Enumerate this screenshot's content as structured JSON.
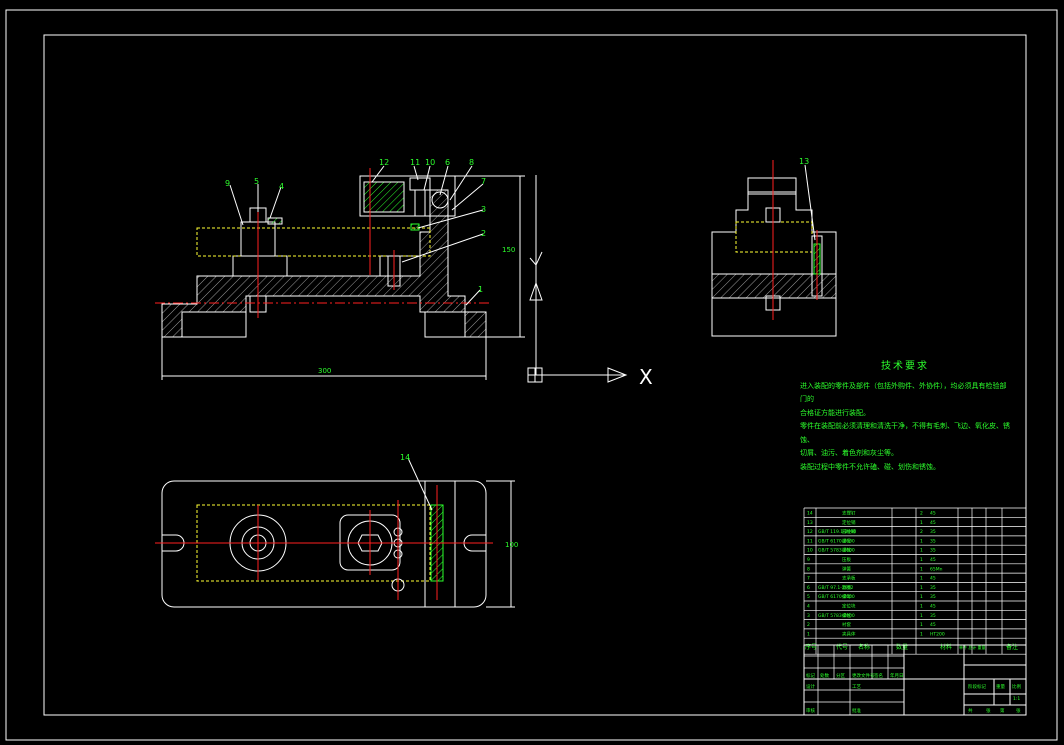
{
  "drawing": {
    "axis_label": "X",
    "dimensions": {
      "overall_length": "300",
      "height": "150",
      "width": "100"
    },
    "balloons": {
      "front": [
        "9",
        "5",
        "4",
        "12",
        "11",
        "10",
        "6",
        "8",
        "7",
        "3",
        "2",
        "1"
      ],
      "side": [
        "13"
      ],
      "top": [
        "14"
      ]
    }
  },
  "technical_requirements": {
    "title": "技术要求",
    "lines": [
      "进入装配的零件及部件（包括外购件、外协件），均必须具有检验部门的",
      "合格证方能进行装配。",
      "零件在装配前必须清理和清洗干净，不得有毛刺、飞边、氧化皮、锈蚀、",
      "切屑、油污、着色剂和灰尘等。",
      "装配过程中零件不允许磕、碰、划伤和锈蚀。"
    ]
  },
  "bom": {
    "header": {
      "no": "序号",
      "code": "代号",
      "name": "名称",
      "qty": "数量",
      "material": "材料",
      "weight": "单件 总计 重量",
      "remark": "备注"
    },
    "rows": [
      {
        "no": "14",
        "code": "",
        "name": "支撑钉",
        "qty": "2",
        "material": "45",
        "remark": ""
      },
      {
        "no": "13",
        "code": "",
        "name": "定位销",
        "qty": "1",
        "material": "45",
        "remark": ""
      },
      {
        "no": "12",
        "code": "GB/T 119.1-2000",
        "name": "圆柱销",
        "qty": "2",
        "material": "35",
        "remark": ""
      },
      {
        "no": "11",
        "code": "GB/T 6170-2000",
        "name": "螺母",
        "qty": "1",
        "material": "35",
        "remark": ""
      },
      {
        "no": "10",
        "code": "GB/T 5783-2000",
        "name": "螺栓",
        "qty": "1",
        "material": "35",
        "remark": ""
      },
      {
        "no": "9",
        "code": "",
        "name": "压板",
        "qty": "1",
        "material": "45",
        "remark": ""
      },
      {
        "no": "8",
        "code": "",
        "name": "弹簧",
        "qty": "1",
        "material": "65Mn",
        "remark": ""
      },
      {
        "no": "7",
        "code": "",
        "name": "支承板",
        "qty": "1",
        "material": "45",
        "remark": ""
      },
      {
        "no": "6",
        "code": "GB/T 97.1-2002",
        "name": "垫圈",
        "qty": "1",
        "material": "35",
        "remark": ""
      },
      {
        "no": "5",
        "code": "GB/T 6170-2000",
        "name": "螺母",
        "qty": "1",
        "material": "35",
        "remark": ""
      },
      {
        "no": "4",
        "code": "",
        "name": "定位块",
        "qty": "1",
        "material": "45",
        "remark": ""
      },
      {
        "no": "3",
        "code": "GB/T 5783-2000",
        "name": "螺栓",
        "qty": "1",
        "material": "35",
        "remark": ""
      },
      {
        "no": "2",
        "code": "",
        "name": "衬套",
        "qty": "1",
        "material": "45",
        "remark": ""
      },
      {
        "no": "1",
        "code": "",
        "name": "夹具体",
        "qty": "1",
        "material": "HT200",
        "remark": ""
      }
    ]
  },
  "title_block": {
    "labels": [
      "标记",
      "处数",
      "分区",
      "更改文件号",
      "签名",
      "年月日",
      "设计",
      "审核",
      "工艺",
      "标准化",
      "批准"
    ],
    "stage": "阶段标记",
    "weight": "重量",
    "scale": "比例",
    "scale_value": "1:1",
    "sheet": [
      "共",
      "张",
      "第",
      "张"
    ]
  },
  "colors": {
    "outline": "#ffffff",
    "hidden": "#ffff33",
    "center": "#ff2020",
    "text": "#2cff2c",
    "hatch": "#9c9c9c"
  }
}
